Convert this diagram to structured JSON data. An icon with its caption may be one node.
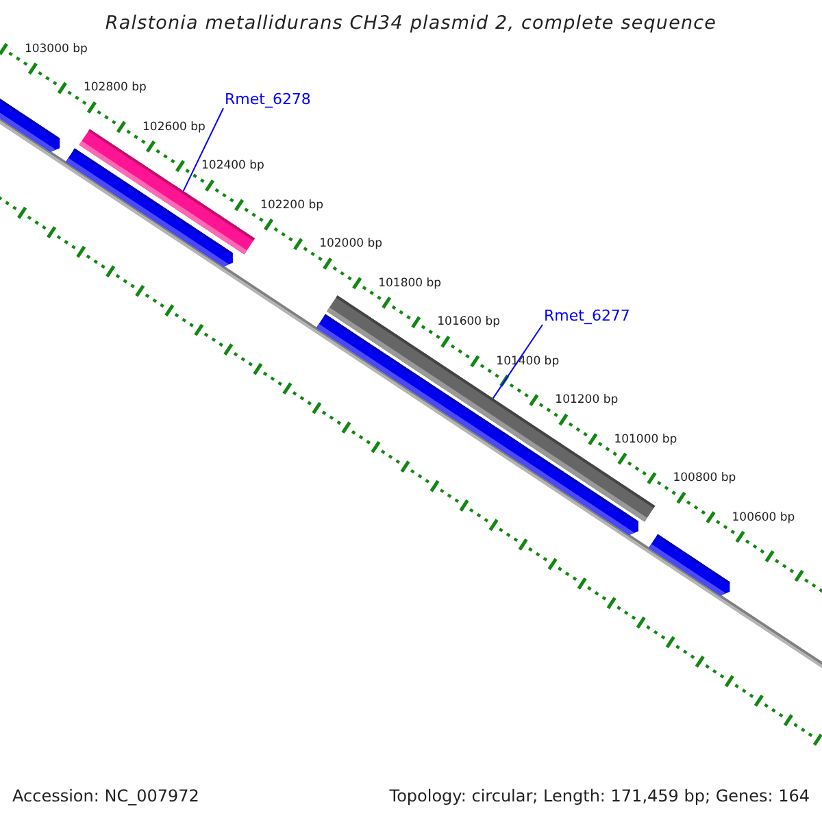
{
  "diagram": {
    "title": "Ralstonia metallidurans CH34 plasmid 2, complete sequence",
    "nodes": [
      {
        "text": [
          "Rmet_6278"
        ]
      },
      {
        "text": [],
        "shape": "bar"
      },
      {
        "text": [
          "Rmet_6277"
        ]
      },
      {
        "text": [],
        "shape": "bar"
      }
    ],
    "edges": [
      {
        "from": 0,
        "to": 1,
        "arrow": "none",
        "color": "#0000ff"
      },
      {
        "from": 2,
        "to": 3,
        "arrow": "none",
        "color": "#0000ff"
      }
    ],
    "labels": [
      "103000 bp",
      "102800 bp",
      "102600 bp",
      "102400 bp",
      "102200 bp",
      "102000 bp",
      "101800 bp",
      "101600 bp",
      "101400 bp",
      "101200 bp",
      "101000 bp",
      "100800 bp",
      "100600 bp",
      "Accession: NC_007972",
      "Topology: circular; Length: 171,459 bp; Genes: 164"
    ]
  }
}
